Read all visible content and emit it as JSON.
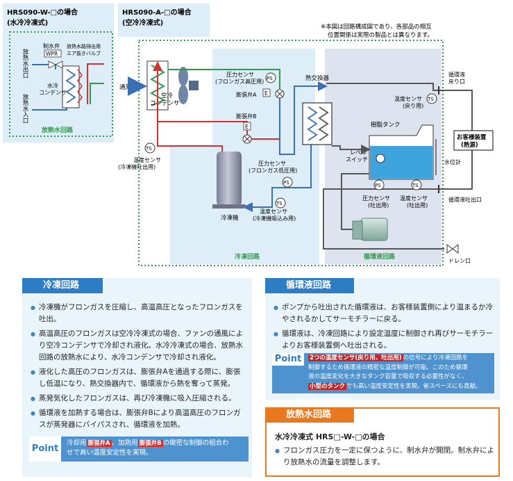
{
  "water_model": {
    "title": "HRS090-W-□の場合",
    "subtitle": "(水冷冷凍式)",
    "valve": "制水弁",
    "valve_tag": "WPR",
    "bleed": "放熱水路排出用",
    "bleed2": "エア抜きバルブ",
    "outlet": "放熱水出口",
    "inlet": "放熱水入口",
    "condenser": "水冷コンデンサ",
    "circuit": "放熱水回路"
  },
  "air_model": {
    "title": "HRS090-A-□の場合",
    "subtitle": "(空冷冷凍式)"
  },
  "note": [
    "※本図は回路構成図であり、各部品の相互",
    "位置関係は実際の製品とは異なります。"
  ],
  "labels": {
    "ventilation": "通風",
    "air_condenser_1": "空冷",
    "air_condenser_2": "コンデンサ",
    "ps_high_1": "圧力センサ",
    "ps_high_2": "(フロンガス高圧用)",
    "exp_a": "膨張弁A",
    "exp_b": "膨張弁B",
    "ts_out_1": "温度センサ",
    "ts_out_2": "(冷凍機吐出用)",
    "ps_low_1": "圧力センサ",
    "ps_low_2": "(フロンガス低圧用)",
    "compressor": "冷凍機",
    "ts_suc_1": "温度センサ",
    "ts_suc_2": "(冷凍機吸込み用)",
    "hex": "熱交換器",
    "tank": "樹脂タンク",
    "level_1": "レベル",
    "level_2": "スイッチ",
    "ts_ret_1": "温度センサ",
    "ts_ret_2": "(戻り用)",
    "ret_port_1": "循環液",
    "ret_port_2": "戻り口",
    "customer_1": "お客様装置",
    "customer_2": "(熱源)",
    "level_gauge": "水位計",
    "ps_dis_1": "圧力センサ",
    "ps_dis_2": "(吐出用)",
    "ts_dis_1": "温度センサ",
    "ts_dis_2": "(吐出用)",
    "dis_port": "循環液吐出口",
    "drain": "ドレン口",
    "refrig_circuit": "冷凍回路",
    "circ_circuit": "循環液回路",
    "sym_ps": "PS",
    "sym_ts": "TS",
    "sym_e": "E"
  },
  "refrig_panel": {
    "title": "冷凍回路",
    "items": [
      "冷凍機がフロンガスを圧縮し、高温高圧となったフロンガスを吐出。",
      "高温高圧のフロンガスは空冷冷凍式の場合、ファンの通風により空冷コンデンサで冷却され液化。水冷冷凍式の場合、放熱水回路の放熱水により、水冷コンデンサで冷却され液化。",
      "液化した高圧のフロンガスは、膨張弁Aを通過する際に、膨張し低温になり、熱交換器内で、循環液から熱を奪って蒸発。",
      "蒸発気化したフロンガスは、再び冷凍機に吸入圧縮される。",
      "循環液を加熱する場合は、膨張弁Bにより高温高圧のフロンガスが蒸発器にバイパスされ、循環液を加熱。"
    ],
    "point_tag": "Point",
    "point_pre": "冷却用",
    "point_hl1": "膨張弁A",
    "point_mid": "、加熱用",
    "point_hl2": "膨張弁B",
    "point_post": "の緻密な制御の組合わ",
    "point_line2": "せで高い温度安定性を実現。"
  },
  "circ_panel": {
    "title": "循環液回路",
    "items": [
      "ポンプから吐出された循環液は、お客様装置側により温まるか冷やされるかしてサーモチラーに戻る。",
      "循環液は、冷凍回路により設定温度に制御され再びサーモチラーよりお客様装置側へ吐出される。"
    ],
    "point_tag": "Point",
    "point_hl": "2つの温度センサ(戻り用、吐出用)",
    "point_l1": "の信号により冷凍回路を",
    "point_l2": "制御するため循環液の精密な温度制御が可能。このため循環",
    "point_l3": "液の温度変化を大きなタンク容量で吸収する必要性がなく、",
    "point_hl2": "小型のタンク",
    "point_l4": "でも高い温度安定性を実現。省スペースにも貢献。"
  },
  "heat_panel": {
    "title": "放熱水回路",
    "subtitle": "水冷冷凍式 HRS□-W-□の場合",
    "items": [
      "フロンガス圧力を一定に保つように、制水弁が開閉。制水弁により放熱水の流量を調整します。"
    ]
  },
  "colors": {
    "refrigerant_hot": "#d6312c",
    "refrigerant_cold": "#3a6fb5",
    "circulation": "#555555",
    "frame_green": "#2e9a4c",
    "panel_blue": "#2c7dc4",
    "panel_orange": "#e8791f"
  }
}
